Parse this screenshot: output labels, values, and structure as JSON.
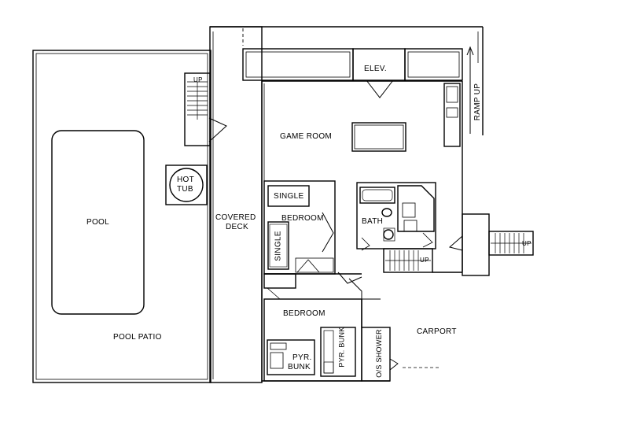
{
  "labels": {
    "pool": "POOL",
    "pool_patio": "POOL PATIO",
    "hot_tub_line1": "HOT",
    "hot_tub_line2": "TUB",
    "stairs_up_left": "UP",
    "covered_deck_line1": "COVERED",
    "covered_deck_line2": "DECK",
    "elevator": "ELEV.",
    "game_room": "GAME ROOM",
    "ramp_up": "RAMP UP",
    "single_top": "SINGLE",
    "single_side": "SINGLE",
    "bedroom_upper": "BEDROOM",
    "bedroom_lower": "BEDROOM",
    "bath": "BATH",
    "stairs_up_center": "UP",
    "stairs_up_right": "UP",
    "carport": "CARPORT",
    "pyr_bunk_left_line1": "PYR.",
    "pyr_bunk_left_line2": "BUNK",
    "pyr_bunk_right": "PYR. BUNK",
    "os_shower": "O/S SHOWER"
  },
  "colors": {
    "wall": "#000000",
    "background": "#ffffff",
    "fixture_fill": "#ffffff"
  }
}
